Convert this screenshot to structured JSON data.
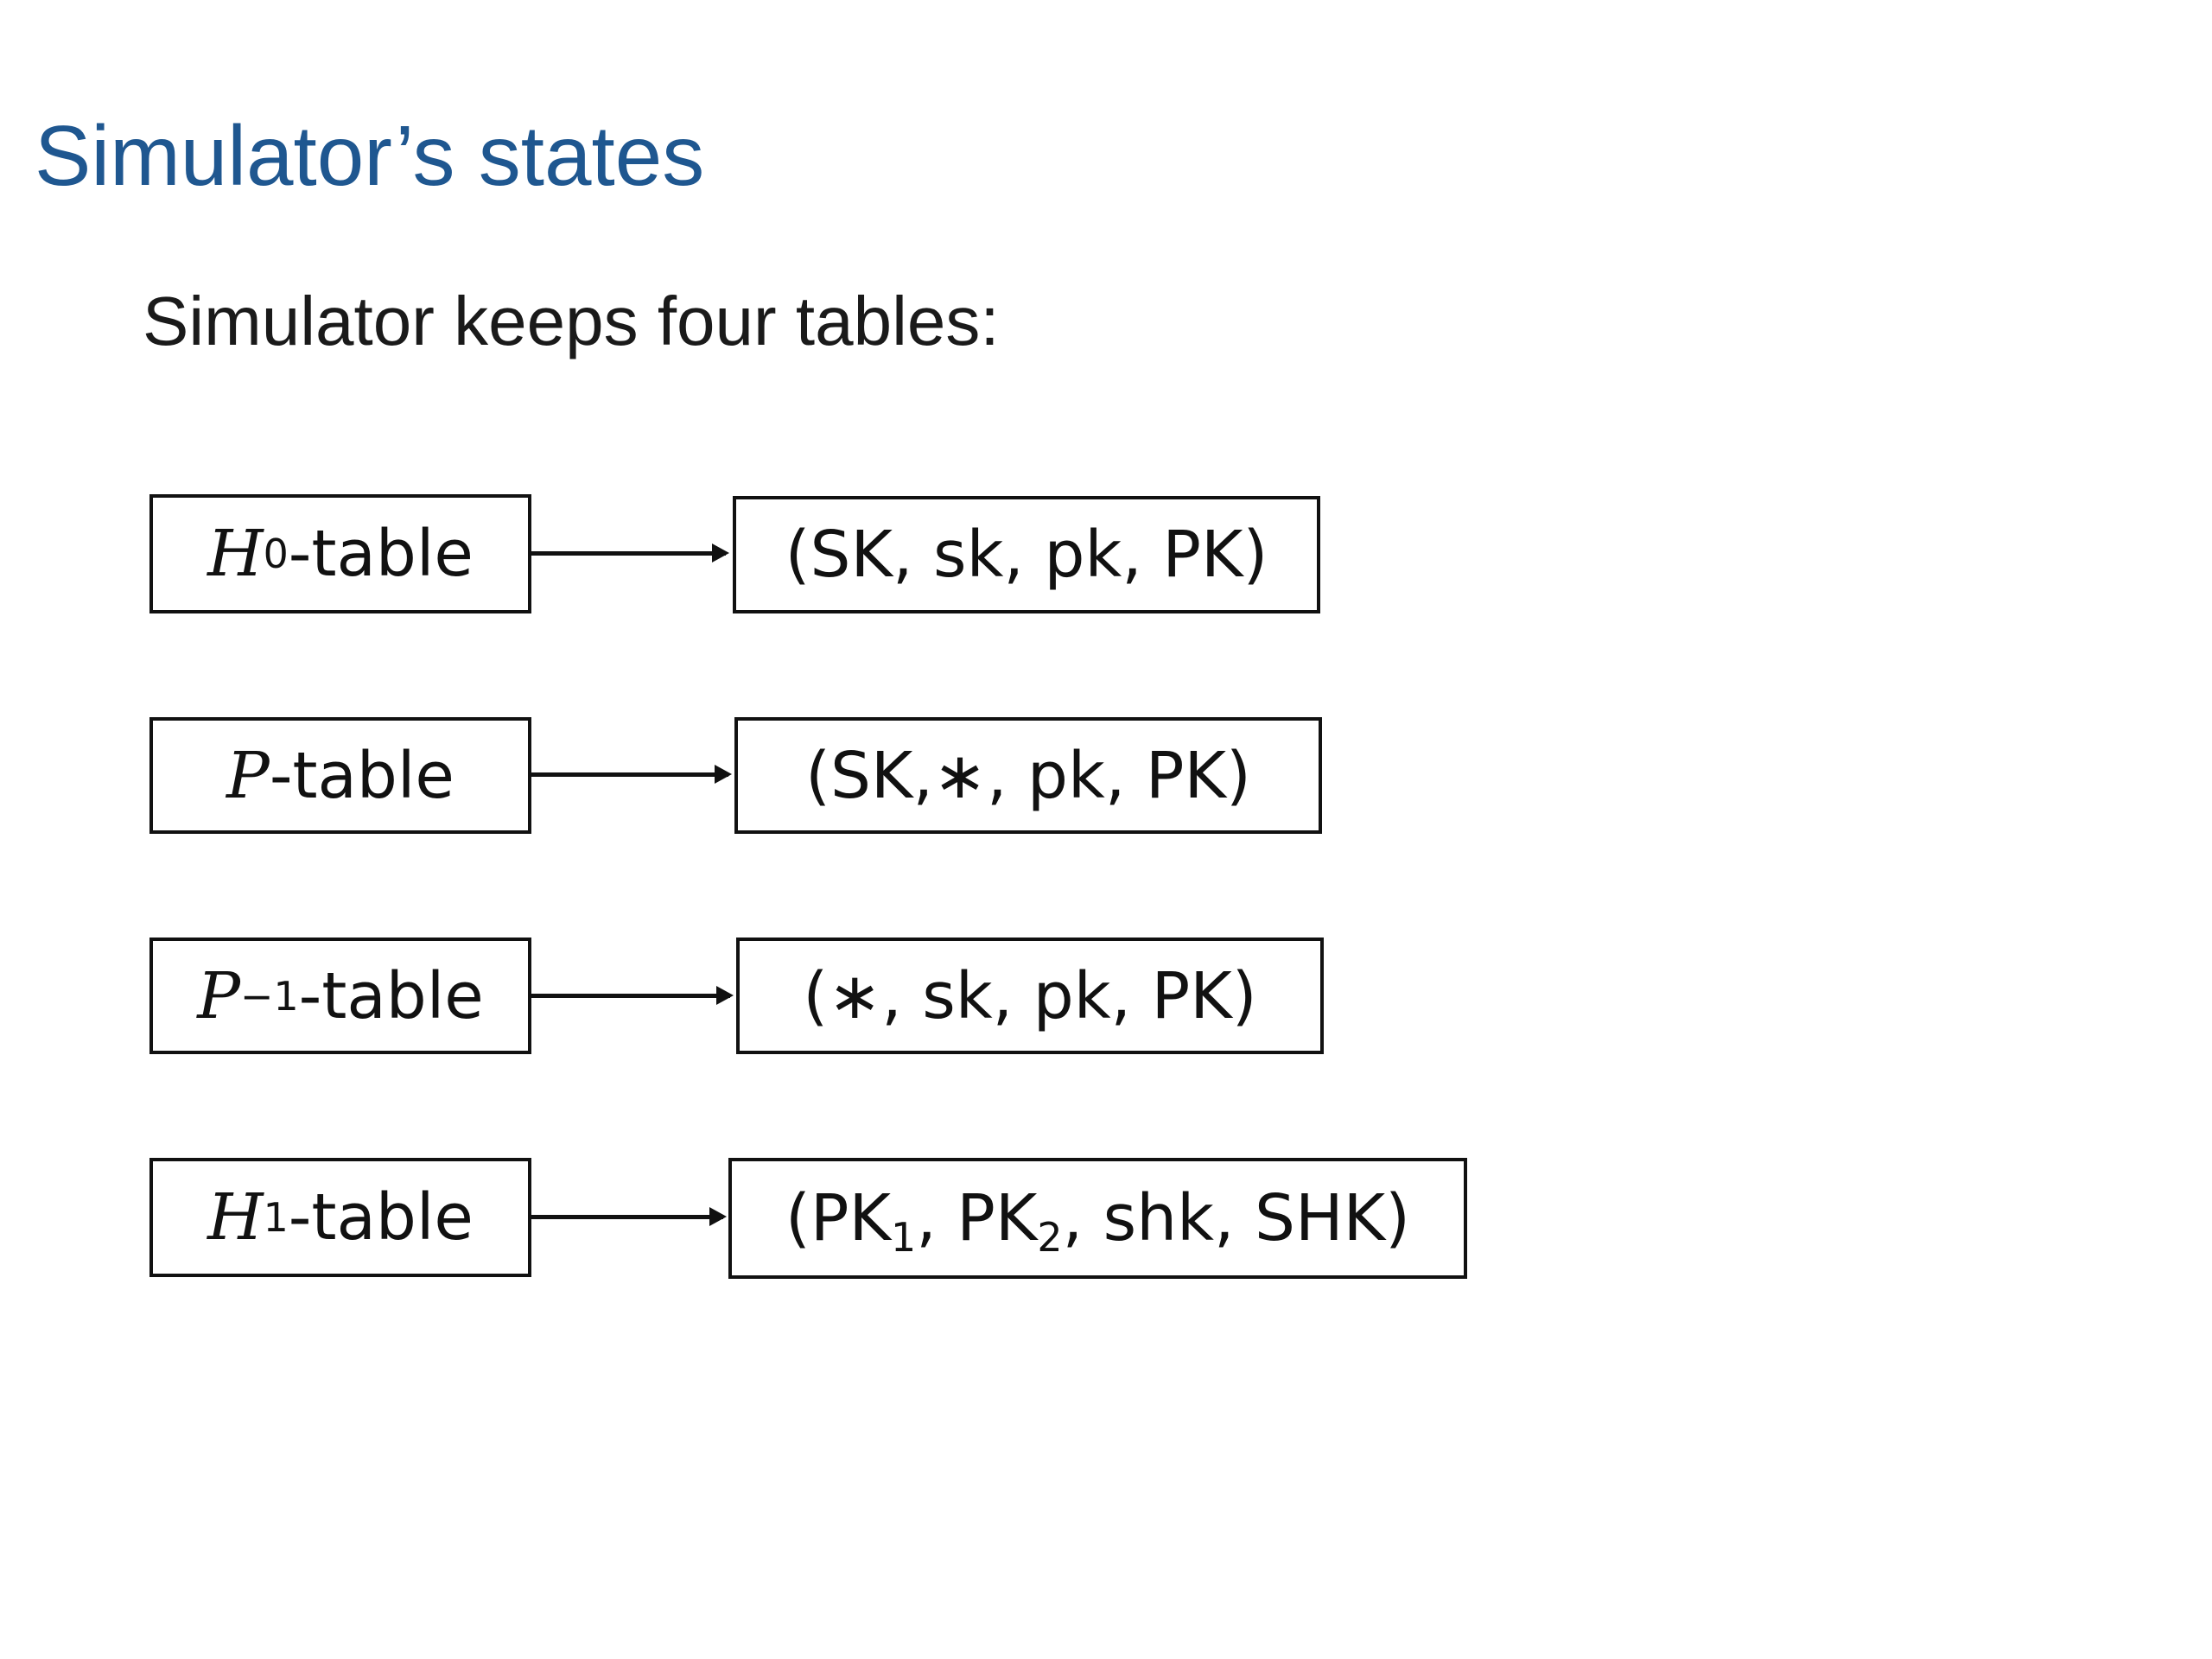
{
  "slide": {
    "title": "Simulator’s states",
    "subtitle": "Simulator keeps four tables:"
  },
  "rows": [
    {
      "table": {
        "var": "H",
        "sub": "0",
        "sup": "",
        "suffix": "-table"
      },
      "tuple": {
        "text": "(SK, sk, pk, PK)"
      }
    },
    {
      "table": {
        "var": "P",
        "sub": "",
        "sup": "",
        "suffix": "-table"
      },
      "tuple": {
        "text": "(SK,∗, pk, PK)"
      }
    },
    {
      "table": {
        "var": "P",
        "sub": "",
        "sup": "−1",
        "suffix": "-table"
      },
      "tuple": {
        "text": "(∗, sk, pk, PK)"
      }
    },
    {
      "table": {
        "var": "H",
        "sub": "1",
        "sup": "",
        "suffix": "-table"
      },
      "tuple": {
        "p1": "(PK",
        "s1": "1",
        "p2": ", PK",
        "s2": "2",
        "p3": ", shk, SHK)"
      }
    }
  ],
  "colors": {
    "title": "#1f5790",
    "text": "#1a1a1a",
    "line": "#111111",
    "background": "#ffffff"
  }
}
